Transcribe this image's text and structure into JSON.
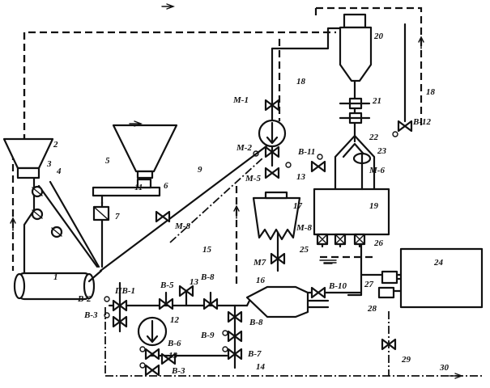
{
  "labels": {
    "n1": "1",
    "n2": "2",
    "n3": "3",
    "n4": "4",
    "n5": "5",
    "n6": "6",
    "n7": "7",
    "n9": "9",
    "n11": "11",
    "n12": "12",
    "n13a": "13",
    "n13b": "13",
    "n13c": "13",
    "n14": "14",
    "n15": "15",
    "n16": "16",
    "n17": "17",
    "n18a": "18",
    "n18b": "18",
    "n19": "19",
    "n20": "20",
    "n21": "21",
    "n22": "22",
    "n23": "23",
    "n24": "24",
    "n25": "25",
    "n26": "26",
    "n27": "27",
    "n28": "28",
    "n29": "29",
    "n30": "30",
    "m1": "M-1",
    "m2": "M-2",
    "m5": "M-5",
    "m6": "M-6",
    "m7": "M7",
    "m8": "M-8",
    "m8b": "M-8",
    "b2": "B-2",
    "b3": "B-3",
    "b3b": "B-3",
    "b5": "B-5",
    "b6": "B-6",
    "b7": "B-7",
    "b8": "B-8",
    "b8b": "B-8",
    "b9": "B-9",
    "b10": "B-10",
    "b11": "B-11",
    "b12": "B-12",
    "pb1": "ПВ-1"
  }
}
